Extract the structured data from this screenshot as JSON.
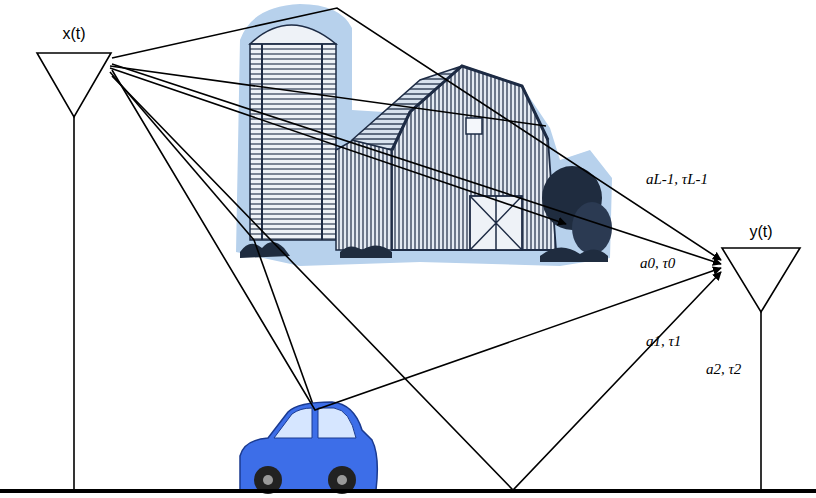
{
  "diagram": {
    "nodes": [
      {
        "text": [
          "x(t)"
        ]
      },
      {
        "text": [
          "y(t)"
        ]
      }
    ],
    "edges": [
      {
        "from": 0,
        "to": 1,
        "arrow": "to",
        "label": "aL-1, τL-1"
      },
      {
        "from": 0,
        "to": 1,
        "arrow": "to",
        "label": "a0, τ0"
      },
      {
        "from": 0,
        "to": 1,
        "arrow": "to",
        "label": "a1, τ1"
      },
      {
        "from": 0,
        "to": 1,
        "arrow": "to",
        "label": "a2, τ2"
      }
    ]
  }
}
